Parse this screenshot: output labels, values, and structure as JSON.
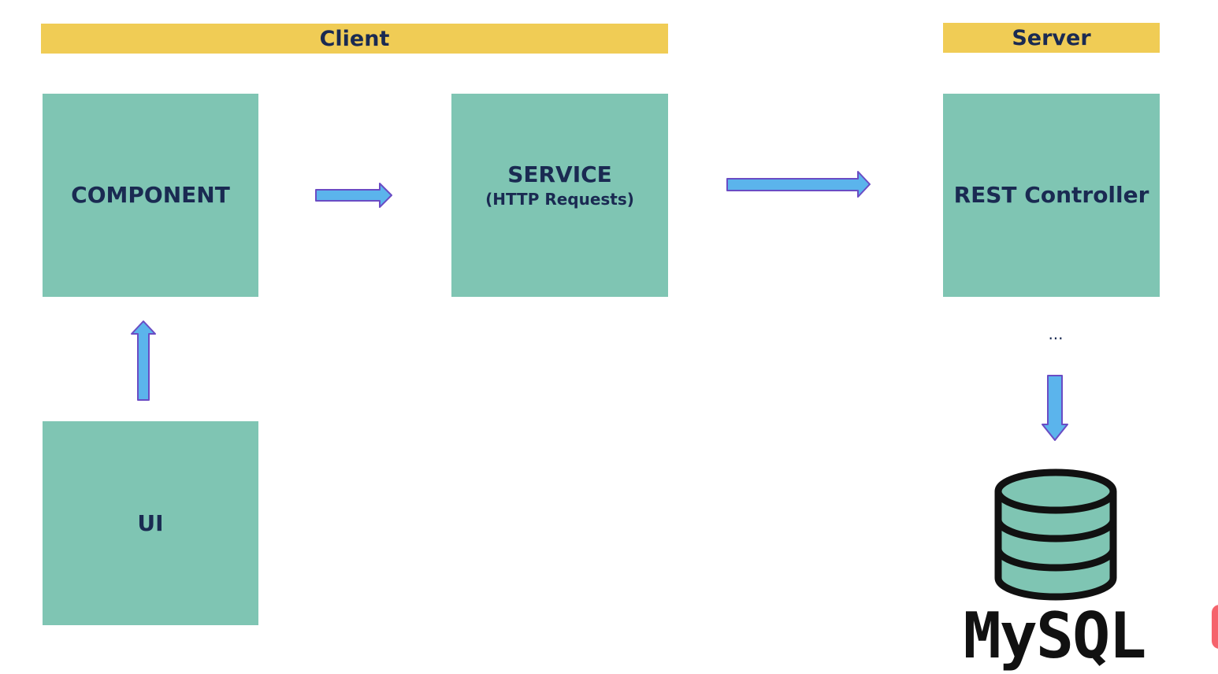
{
  "sections": {
    "client": "Client",
    "server": "Server"
  },
  "boxes": {
    "component": "COMPONENT",
    "ui": "UI",
    "service": "SERVICE",
    "service_sub": "(HTTP Requests)",
    "rest_controller": "REST Controller"
  },
  "ellipsis": "...",
  "database": {
    "label": "MySQL",
    "icon": "database-icon"
  },
  "colors": {
    "section_band": "#f0cc55",
    "box_fill": "#7fc5b3",
    "text": "#1a2a52",
    "arrow_fill": "#5bb4ec",
    "arrow_stroke": "#6a4cc4"
  }
}
